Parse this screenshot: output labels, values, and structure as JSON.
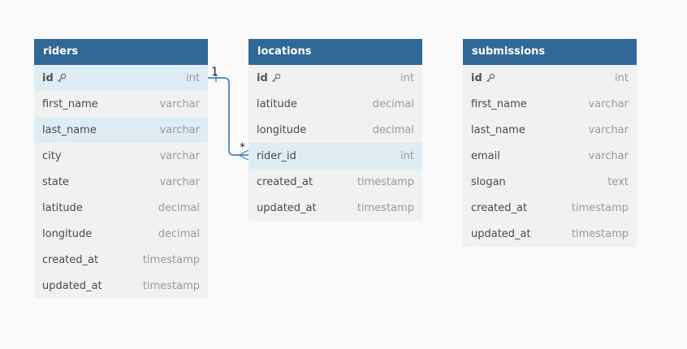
{
  "tables": {
    "riders": {
      "title": "riders",
      "fields": [
        {
          "name": "id",
          "type": "int",
          "pk": true,
          "highlight": true
        },
        {
          "name": "first_name",
          "type": "varchar"
        },
        {
          "name": "last_name",
          "type": "varchar",
          "highlight": true
        },
        {
          "name": "city",
          "type": "varchar"
        },
        {
          "name": "state",
          "type": "varchar"
        },
        {
          "name": "latitude",
          "type": "decimal"
        },
        {
          "name": "longitude",
          "type": "decimal"
        },
        {
          "name": "created_at",
          "type": "timestamp"
        },
        {
          "name": "updated_at",
          "type": "timestamp"
        }
      ]
    },
    "locations": {
      "title": "locations",
      "fields": [
        {
          "name": "id",
          "type": "int",
          "pk": true
        },
        {
          "name": "latitude",
          "type": "decimal"
        },
        {
          "name": "longitude",
          "type": "decimal"
        },
        {
          "name": "rider_id",
          "type": "int",
          "highlight": true
        },
        {
          "name": "created_at",
          "type": "timestamp"
        },
        {
          "name": "updated_at",
          "type": "timestamp"
        }
      ]
    },
    "submissions": {
      "title": "submissions",
      "fields": [
        {
          "name": "id",
          "type": "int",
          "pk": true
        },
        {
          "name": "first_name",
          "type": "varchar"
        },
        {
          "name": "last_name",
          "type": "varchar"
        },
        {
          "name": "email",
          "type": "varchar"
        },
        {
          "name": "slogan",
          "type": "text"
        },
        {
          "name": "created_at",
          "type": "timestamp"
        },
        {
          "name": "updated_at",
          "type": "timestamp"
        }
      ]
    }
  },
  "relationship": {
    "from_label": "1",
    "to_label": "*",
    "color": "#5b93c2"
  },
  "colors": {
    "header": "#316896",
    "highlight": "#deecf4",
    "body": "#f1f1f1"
  }
}
